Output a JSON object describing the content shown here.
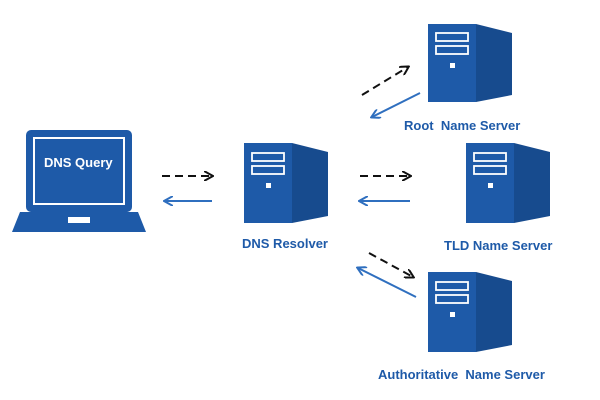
{
  "nodes": {
    "client": {
      "label": "DNS Query",
      "icon": "laptop-icon"
    },
    "resolver": {
      "label": "DNS Resolver",
      "icon": "server-icon"
    },
    "root": {
      "label": "Root  Name Server",
      "icon": "server-icon"
    },
    "tld": {
      "label": "TLD Name Server",
      "icon": "server-icon"
    },
    "authoritative": {
      "label": "Authoritative  Name Server",
      "icon": "server-icon"
    }
  },
  "colors": {
    "accent": "#1e5aa8",
    "query_arrow": "#111111",
    "response_arrow": "#2f6fbf",
    "background": "#ffffff"
  }
}
